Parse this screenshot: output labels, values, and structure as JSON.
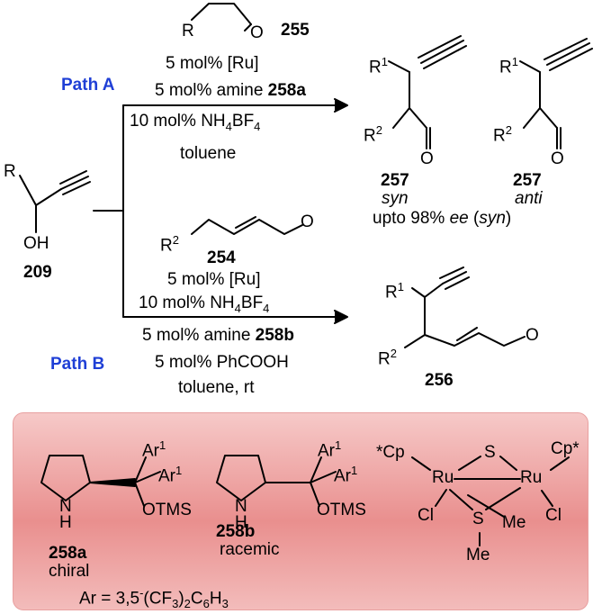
{
  "scheme": {
    "path_a": {
      "label": "Path A",
      "reagent_compound": "255",
      "conditions": {
        "ru": "5 mol% [Ru]",
        "amine_prefix": "5 mol% amine ",
        "amine_id": "258a",
        "salt": "10 mol% NH",
        "salt_sub1": "4",
        "salt_mid": "BF",
        "salt_sub2": "4",
        "solvent": "toluene"
      }
    },
    "path_b": {
      "label": "Path B",
      "reagent_compound": "254",
      "conditions": {
        "ru": "5 mol% [Ru]",
        "salt": "10 mol% NH",
        "salt_sub1": "4",
        "salt_mid": "BF",
        "salt_sub2": "4",
        "amine_prefix": "5 mol% amine ",
        "amine_id": "258b",
        "acid": "5 mol% PhCOOH",
        "solvent": "toluene, rt"
      }
    },
    "start": {
      "id": "209",
      "R": "R",
      "OH": "OH"
    },
    "products": {
      "syn": {
        "id": "257",
        "label": "syn"
      },
      "anti": {
        "id": "257",
        "label": "anti"
      },
      "ee_prefix": "upto 98% ",
      "ee_italic": "ee",
      "ee_mid": " (",
      "ee_syn": "syn",
      "ee_end": ")",
      "path_b_product": "256"
    },
    "atoms": {
      "R": "R",
      "R1": "R",
      "sup1": "1",
      "R2": "R",
      "sup2": "2",
      "O": "O"
    }
  },
  "legend": {
    "cat_a": {
      "id": "258a",
      "desc": "chiral"
    },
    "cat_b": {
      "id": "258b",
      "desc": "racemic"
    },
    "ar_label": "Ar",
    "ar_sup": "1",
    "otms": "OTMS",
    "nh_n": "N",
    "nh_h": "H",
    "ru_complex": {
      "cp": "*Cp",
      "cp2": "Cp*",
      "ru": "Ru",
      "s": "S",
      "cl": "Cl",
      "me": "Me"
    },
    "ar_def": {
      "prefix": "Ar = 3,5",
      "mid": "(CF",
      "sub3": "3",
      "close": ")",
      "sub2": "2",
      "c": "C",
      "sub6": "6",
      "h": "H",
      "sub_h3": "3"
    }
  }
}
